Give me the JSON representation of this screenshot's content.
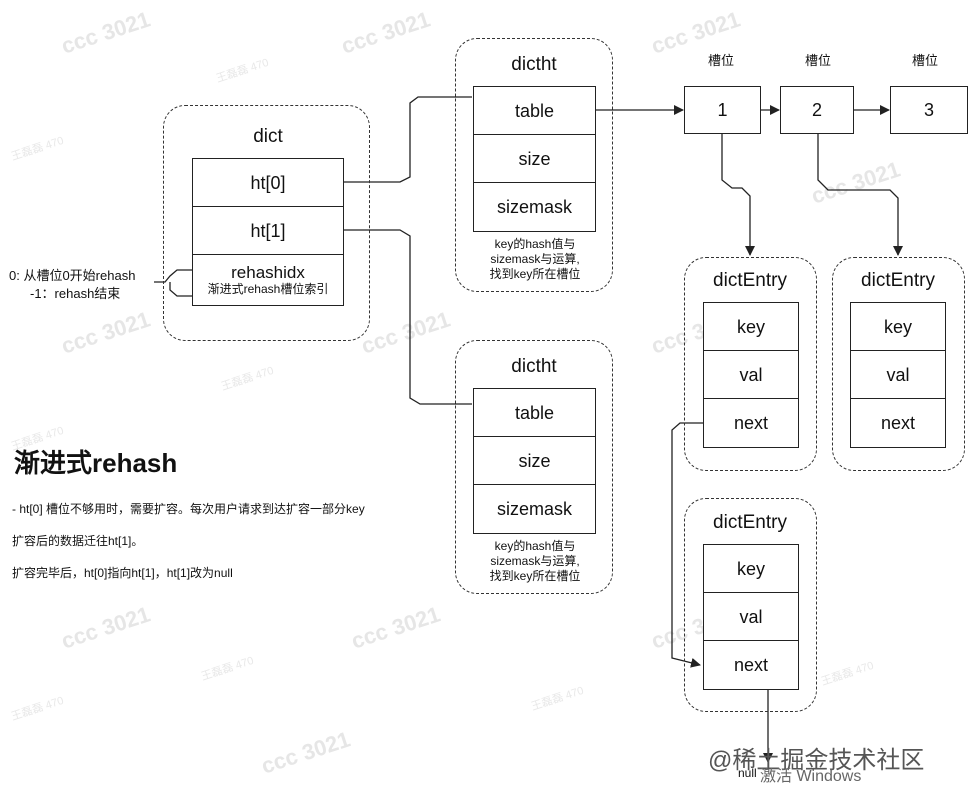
{
  "dict": {
    "title": "dict",
    "fields": [
      "ht[0]",
      "ht[1]"
    ],
    "rehashidx": {
      "label": "rehashidx",
      "sub": "渐进式rehash槽位索引"
    }
  },
  "rehash_note": {
    "line1": "0: 从槽位0开始rehash",
    "line2": "-1：rehash结束"
  },
  "dictht_top": {
    "title": "dictht",
    "fields": [
      "table",
      "size",
      "sizemask"
    ],
    "note": [
      "key的hash值与",
      "sizemask与运算,",
      "找到key所在槽位"
    ]
  },
  "dictht_bottom": {
    "title": "dictht",
    "fields": [
      "table",
      "size",
      "sizemask"
    ],
    "note": [
      "key的hash值与",
      "sizemask与运算,",
      "找到key所在槽位"
    ]
  },
  "slots": [
    {
      "label": "槽位",
      "value": "1"
    },
    {
      "label": "槽位",
      "value": "2"
    },
    {
      "label": "槽位",
      "value": "3"
    }
  ],
  "entries": [
    {
      "title": "dictEntry",
      "fields": [
        "key",
        "val",
        "next"
      ]
    },
    {
      "title": "dictEntry",
      "fields": [
        "key",
        "val",
        "next"
      ]
    },
    {
      "title": "dictEntry",
      "fields": [
        "key",
        "val",
        "next"
      ]
    }
  ],
  "null_label": "null",
  "section": {
    "heading": "渐进式rehash",
    "lines": [
      "- ht[0] 槽位不够用时，需要扩容。每次用户请求到达扩容一部分key",
      "扩容后的数据迁往ht[1]。",
      "扩容完毕后，ht[0]指向ht[1]，ht[1]改为null"
    ]
  },
  "watermarks": {
    "repeat": "ccc 3021",
    "small": "王磊磊 470",
    "bottom1": "@稀土掘金技术社区",
    "bottom2": "激活 Windows"
  }
}
